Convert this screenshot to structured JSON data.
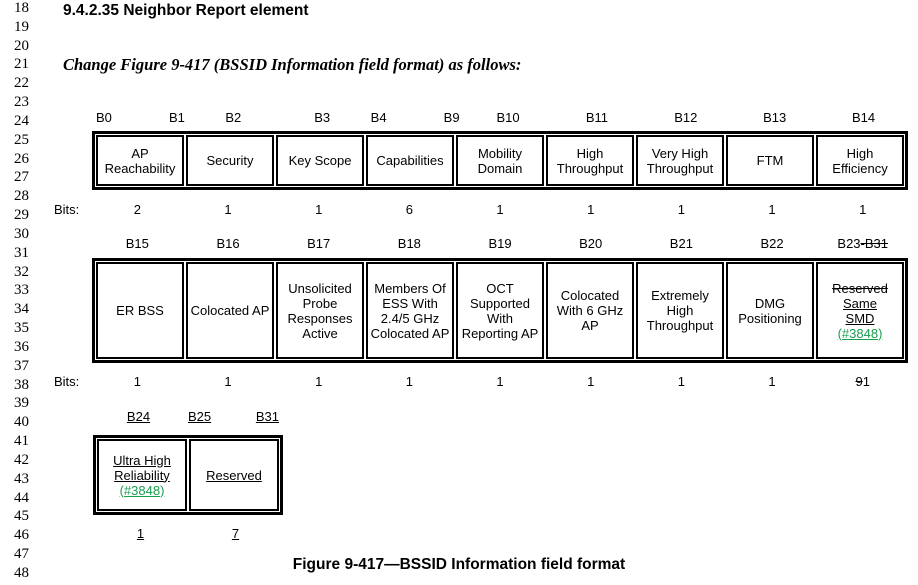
{
  "document": {
    "section_heading": "9.4.2.35 Neighbor Report element",
    "change_instruction": "Change Figure 9-417 (BSSID Information field format) as follows:",
    "figure_caption": "Figure 9-417—BSSID Information field format",
    "line_numbers": [
      18,
      19,
      20,
      21,
      22,
      23,
      24,
      25,
      26,
      27,
      28,
      29,
      30,
      31,
      32,
      33,
      34,
      35,
      36,
      37,
      38,
      39,
      40,
      41,
      42,
      43,
      44,
      45,
      46,
      47,
      48
    ]
  },
  "colors": {
    "insertion_green": "#1a9e50"
  },
  "figure": {
    "bits_label": "Bits:",
    "row1": {
      "headers": [
        {
          "left": "B0",
          "right": "B1"
        },
        {
          "center": "B2"
        },
        {
          "center": "B3"
        },
        {
          "left": "B4",
          "right": "B9"
        },
        {
          "center": "B10"
        },
        {
          "center": "B11"
        },
        {
          "center": "B12"
        },
        {
          "center": "B13"
        },
        {
          "center": "B14"
        }
      ],
      "cells": [
        "AP Reachability",
        "Security",
        "Key Scope",
        "Capabilities",
        "Mobility Domain",
        "High Throughput",
        "Very High Throughput",
        "FTM",
        "High Efficiency"
      ],
      "bits": [
        "2",
        "1",
        "1",
        "6",
        "1",
        "1",
        "1",
        "1",
        "1"
      ]
    },
    "row2": {
      "headers": [
        {
          "center": "B15"
        },
        {
          "center": "B16"
        },
        {
          "center": "B17"
        },
        {
          "center": "B18"
        },
        {
          "center": "B19"
        },
        {
          "center": "B20"
        },
        {
          "center": "B21"
        },
        {
          "center": "B22"
        },
        {
          "kept": "B23",
          "deleted": "-B31"
        }
      ],
      "cells": [
        "ER BSS",
        "Colocated AP",
        "Unsolicited Probe Responses Active",
        "Members Of ESS With 2.4/5 GHz Colocated AP",
        "OCT Supported With Reporting AP",
        "Colocated With 6 GHz AP",
        "Extremely High Throughput",
        "DMG Positioning"
      ],
      "cell9": {
        "deleted": "Reserved",
        "inserted_line1": "Same",
        "inserted_line2": "SMD",
        "cid": "(#3848)"
      },
      "bits": [
        "1",
        "1",
        "1",
        "1",
        "1",
        "1",
        "1",
        "1"
      ],
      "bits9": {
        "deleted": "9",
        "inserted": "1"
      }
    },
    "row3": {
      "headers": {
        "cell1_center": "B24",
        "cell2_left": "B25",
        "cell2_right": "B31"
      },
      "cell1": {
        "label": "Ultra High Reliability",
        "cid": "(#3848)"
      },
      "cell2": {
        "label": "Reserved"
      },
      "bits": [
        "1",
        "7"
      ]
    }
  }
}
